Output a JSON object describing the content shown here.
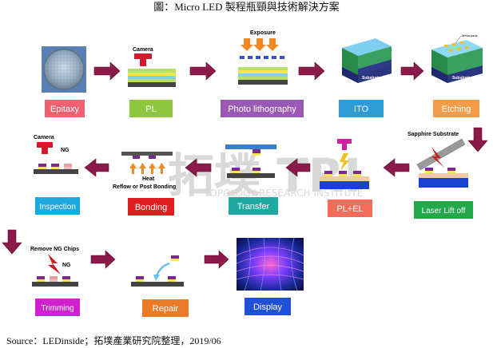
{
  "title": "圖：Micro LED 製程瓶頸與技術解決方案",
  "source": "Source：LEDinside；拓墣產業研究院整理，2019/06",
  "watermark": {
    "main": "拓墣 TRI",
    "sub": "TOPOLOGY RESEARCH INSTITUTE"
  },
  "steps": {
    "epitaxy": {
      "label": "Epitaxy",
      "color": "#f06070"
    },
    "pl": {
      "label": "PL",
      "color": "#8ec63f"
    },
    "photo": {
      "label": "Photo lithography",
      "color": "#9b59b6"
    },
    "ito": {
      "label": "ITO",
      "color": "#2e9bd6"
    },
    "etching": {
      "label": "Etching",
      "color": "#f39c4a"
    },
    "laser": {
      "label": "Laser  Lift off",
      "color": "#22a84a"
    },
    "plel": {
      "label": "PL+EL",
      "color": "#f26b5b"
    },
    "transfer": {
      "label": "Transfer",
      "color": "#1fa9a0"
    },
    "bonding": {
      "label": "Bonding",
      "color": "#e02020"
    },
    "inspection": {
      "label": "Inspection",
      "color": "#1ea8e0"
    },
    "trimming": {
      "label": "Trimming",
      "color": "#d020d0"
    },
    "repair": {
      "label": "Repair",
      "color": "#e87a28"
    },
    "display": {
      "label": "Display",
      "color": "#2050d8"
    }
  },
  "annotations": {
    "camera1": "Camera",
    "exposure": "Exposure",
    "metal_pads": "Metal pads",
    "substrate1": "Substrate",
    "substrate2": "Substrate",
    "sapphire": "Sapphire Substrate",
    "camera2": "Camera",
    "ng1": "NG",
    "heat": "Heat",
    "reflow": "Reflow or Post Bonding",
    "remove_ng": "Remove NG Chips",
    "ng2": "NG"
  }
}
